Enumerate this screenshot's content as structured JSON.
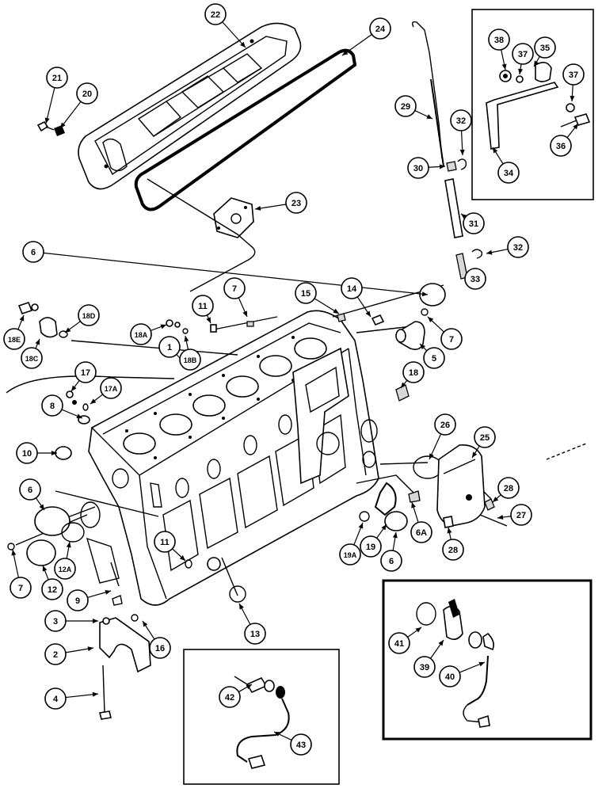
{
  "callouts": [
    {
      "label": "1"
    },
    {
      "label": "2"
    },
    {
      "label": "3"
    },
    {
      "label": "4"
    },
    {
      "label": "5"
    },
    {
      "label": "6"
    },
    {
      "label": "6"
    },
    {
      "label": "6"
    },
    {
      "label": "6A"
    },
    {
      "label": "7"
    },
    {
      "label": "7"
    },
    {
      "label": "7"
    },
    {
      "label": "8"
    },
    {
      "label": "9"
    },
    {
      "label": "10"
    },
    {
      "label": "11"
    },
    {
      "label": "11"
    },
    {
      "label": "12"
    },
    {
      "label": "12A"
    },
    {
      "label": "13"
    },
    {
      "label": "14"
    },
    {
      "label": "15"
    },
    {
      "label": "16"
    },
    {
      "label": "17"
    },
    {
      "label": "17A"
    },
    {
      "label": "18"
    },
    {
      "label": "18A"
    },
    {
      "label": "18B"
    },
    {
      "label": "18C"
    },
    {
      "label": "18D"
    },
    {
      "label": "18E"
    },
    {
      "label": "19"
    },
    {
      "label": "19A"
    },
    {
      "label": "20"
    },
    {
      "label": "21"
    },
    {
      "label": "22"
    },
    {
      "label": "23"
    },
    {
      "label": "24"
    },
    {
      "label": "25"
    },
    {
      "label": "26"
    },
    {
      "label": "27"
    },
    {
      "label": "28"
    },
    {
      "label": "28"
    },
    {
      "label": "29"
    },
    {
      "label": "30"
    },
    {
      "label": "31"
    },
    {
      "label": "32"
    },
    {
      "label": "32"
    },
    {
      "label": "33"
    },
    {
      "label": "34"
    },
    {
      "label": "35"
    },
    {
      "label": "36"
    },
    {
      "label": "37"
    },
    {
      "label": "37"
    },
    {
      "label": "38"
    },
    {
      "label": "39"
    },
    {
      "label": "40"
    },
    {
      "label": "41"
    },
    {
      "label": "42"
    },
    {
      "label": "43"
    }
  ]
}
